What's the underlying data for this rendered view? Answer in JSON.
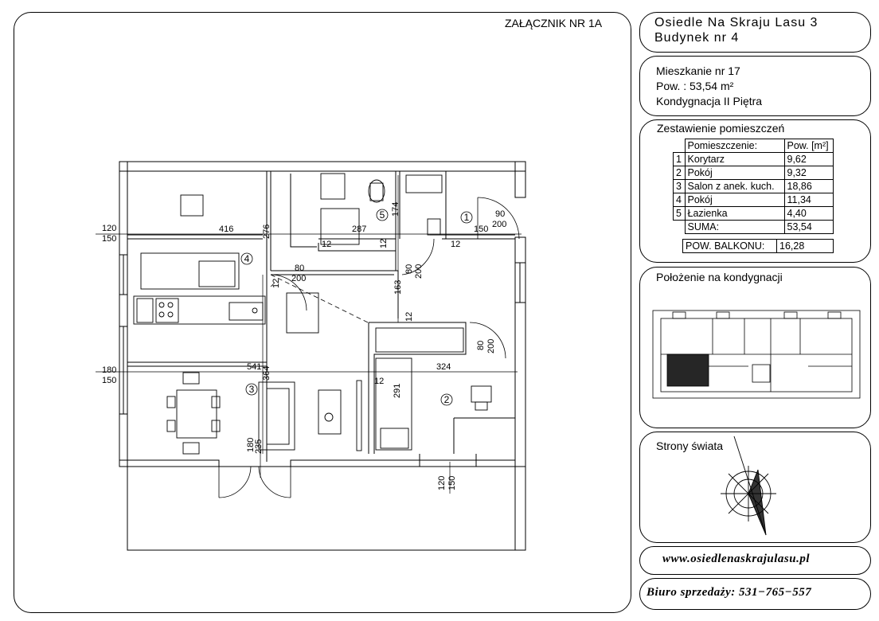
{
  "attachment_label": "ZAŁĄCZNIK NR 1A",
  "estate": {
    "line1": "Osiedle Na Skraju Lasu 3",
    "line2": "Budynek nr 4"
  },
  "apartment": {
    "number": "Mieszkanie nr 17",
    "area": "Pow. : 53,54 m²",
    "floor": "Kondygnacja II Piętra"
  },
  "rooms_table": {
    "title": "Zestawienie pomieszczeń",
    "header_name": "Pomieszczenie:",
    "header_area": "Pow. [m²]",
    "rows": [
      {
        "no": "1",
        "name": "Korytarz",
        "area": "9,62"
      },
      {
        "no": "2",
        "name": "Pokój",
        "area": "9,32"
      },
      {
        "no": "3",
        "name": "Salon z anek. kuch.",
        "area": "18,86"
      },
      {
        "no": "4",
        "name": "Pokój",
        "area": "11,34"
      },
      {
        "no": "5",
        "name": "Łazienka",
        "area": "4,40"
      }
    ],
    "sum_label": "SUMA:",
    "sum_value": "53,54",
    "balcony_label": "POW. BALKONU:",
    "balcony_value": "16,28"
  },
  "location_title": "Położenie na kondygnacji",
  "compass_title": "Strony świata",
  "website": "www.osiedlenaskrajulasu.pl",
  "sales_office": "Biuro sprzedaży: 531−765−557",
  "plan": {
    "room_numbers": [
      "1",
      "2",
      "3",
      "4",
      "5"
    ],
    "dimensions": {
      "d416": "416",
      "d276": "276",
      "d287": "287",
      "d174": "174",
      "d150a": "150",
      "d12a": "12",
      "d12b": "12",
      "d12c": "12",
      "d12d": "12",
      "d12e": "12",
      "d120a": "120",
      "d150b": "150",
      "d90": "90",
      "d200a": "200",
      "d80a": "80",
      "d200b": "200",
      "d80b": "80",
      "d200c": "200",
      "d163": "163",
      "d80c": "80",
      "d200d": "200",
      "d180a": "180",
      "d150c": "150",
      "d541": "541",
      "d324": "324",
      "d364": "364",
      "d291": "291",
      "d180b": "180",
      "d235": "235",
      "d120b": "120",
      "d150d": "150"
    }
  }
}
